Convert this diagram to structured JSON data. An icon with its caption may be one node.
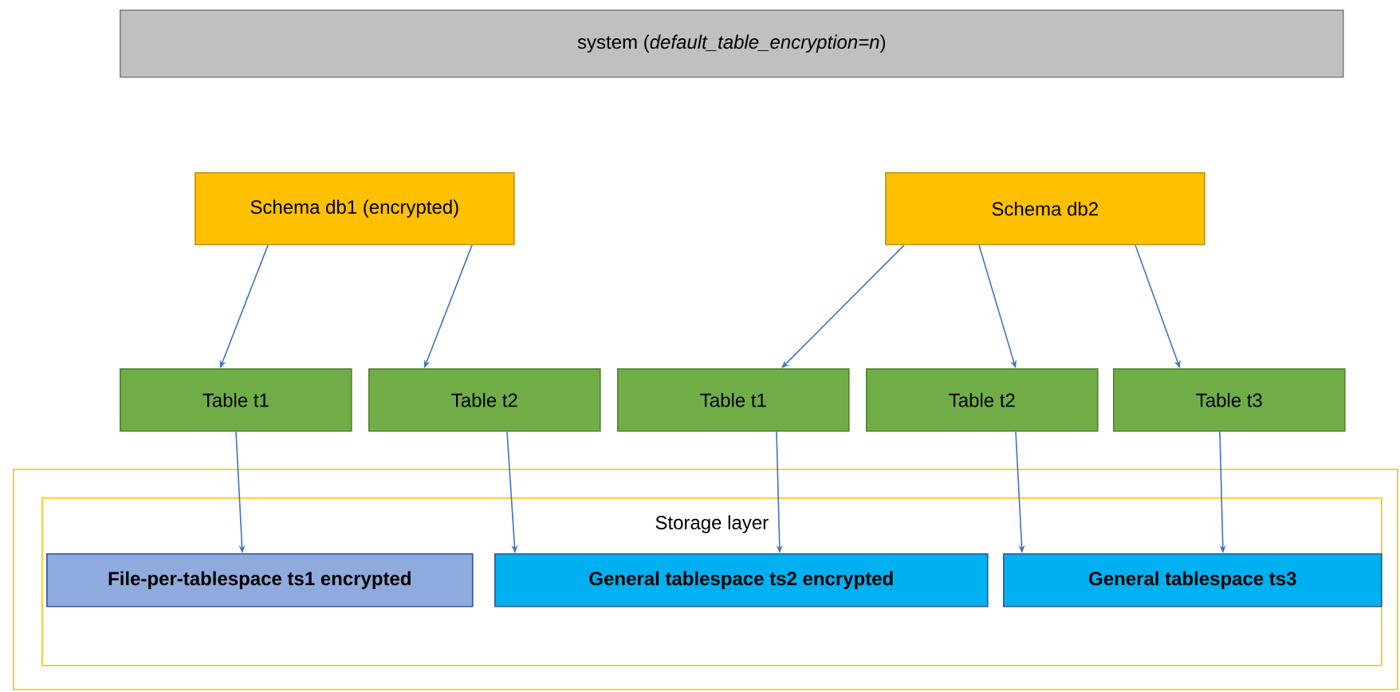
{
  "diagram": {
    "nodes": [
      {
        "text": [
          "system (*default_table_encryption=n*)"
        ]
      },
      {
        "text": [
          "Schema db1 (encrypted)"
        ]
      },
      {
        "text": [
          "Schema db2"
        ]
      },
      {
        "text": [
          "Table t1"
        ]
      },
      {
        "text": [
          "Table t2"
        ]
      },
      {
        "text": [
          "Table t1"
        ]
      },
      {
        "text": [
          "Table t2"
        ]
      },
      {
        "text": [
          "Table t3"
        ]
      },
      {
        "text": [],
        "shape": "box"
      },
      {
        "text": [
          "Storage layer"
        ],
        "in": 8
      },
      {
        "text": [
          "File-per-tablespace ts1 encrypted"
        ],
        "in": 9
      },
      {
        "text": [
          "General tablespace ts2 encrypted"
        ],
        "in": 9
      },
      {
        "text": [
          "General tablespace ts3"
        ],
        "in": 9
      }
    ],
    "edges": [
      {
        "from": 1,
        "to": 3,
        "arrow": "to"
      },
      {
        "from": 1,
        "to": 4,
        "arrow": "to"
      },
      {
        "from": 2,
        "to": 5,
        "arrow": "to"
      },
      {
        "from": 2,
        "to": 6,
        "arrow": "to"
      },
      {
        "from": 2,
        "to": 7,
        "arrow": "to"
      },
      {
        "from": 3,
        "to": 10,
        "arrow": "to"
      },
      {
        "from": 4,
        "to": 11,
        "arrow": "to"
      },
      {
        "from": 5,
        "to": 11,
        "arrow": "to"
      },
      {
        "from": 6,
        "to": 12,
        "arrow": "to"
      },
      {
        "from": 7,
        "to": 12,
        "arrow": "to"
      }
    ]
  }
}
